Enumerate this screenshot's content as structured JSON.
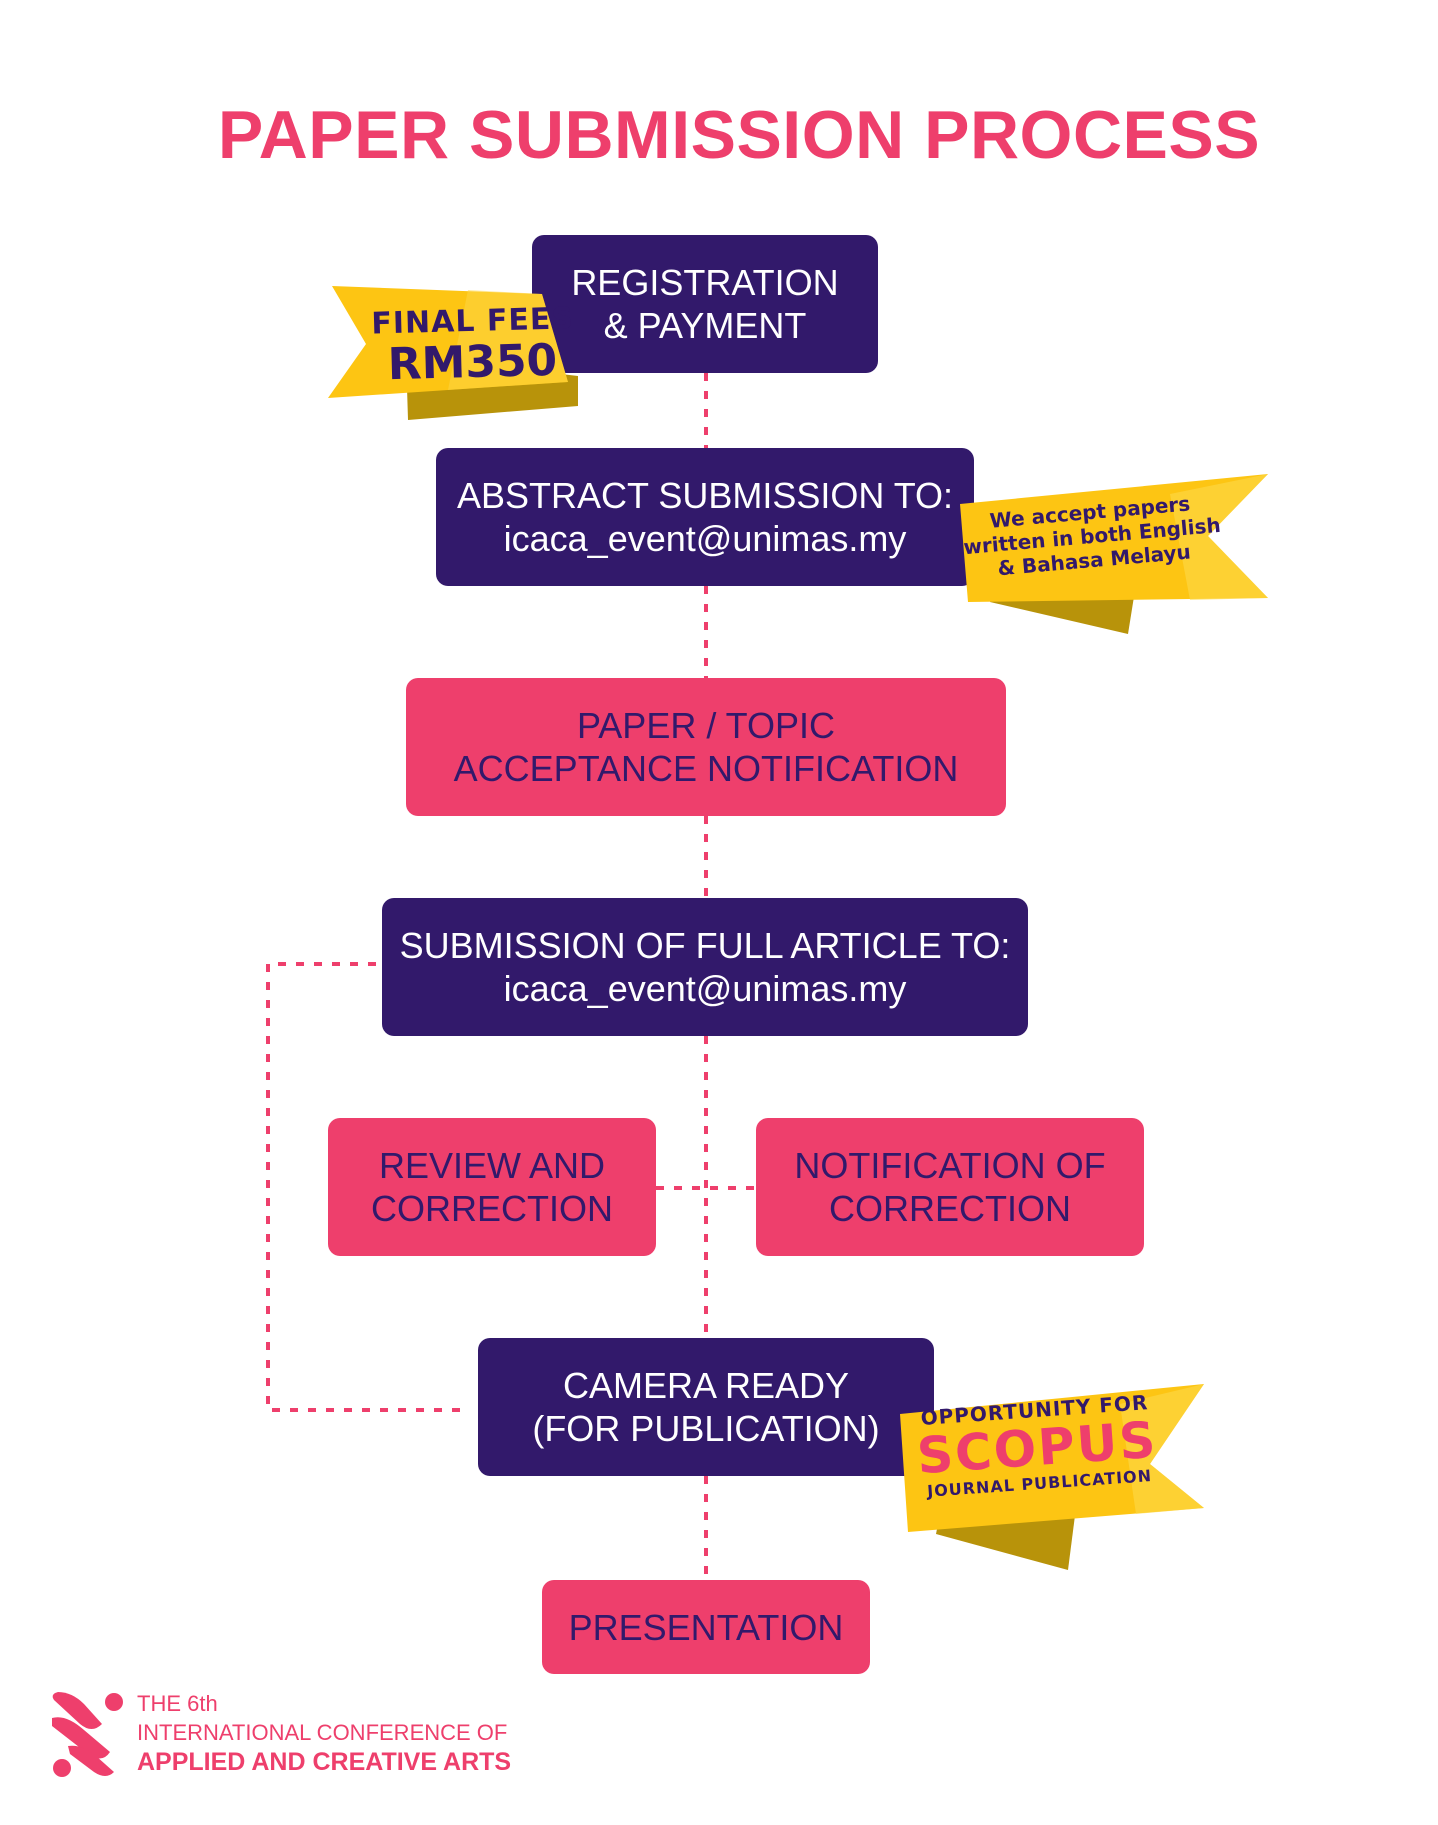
{
  "title": "PAPER SUBMISSION PROCESS",
  "steps": {
    "registration": {
      "line1": "REGISTRATION",
      "line2": "& PAYMENT"
    },
    "abstract": {
      "line1": "ABSTRACT SUBMISSION TO:",
      "line2": "icaca_event@unimas.my"
    },
    "acceptance": {
      "line1": "PAPER / TOPIC",
      "line2": "ACCEPTANCE NOTIFICATION"
    },
    "full_article": {
      "line1": "SUBMISSION OF FULL ARTICLE TO:",
      "line2": "icaca_event@unimas.my"
    },
    "review": {
      "line1": "REVIEW AND",
      "line2": "CORRECTION"
    },
    "notification": {
      "line1": "NOTIFICATION OF",
      "line2": "CORRECTION"
    },
    "camera_ready": {
      "line1": "CAMERA READY",
      "line2": "(FOR PUBLICATION)"
    },
    "presentation": {
      "line1": "PRESENTATION"
    }
  },
  "ribbons": {
    "fees": {
      "line1": "FINAL FEES",
      "line2": "RM350"
    },
    "language": {
      "line1": "We accept papers",
      "line2": "written in both English",
      "line3": "& Bahasa Melayu"
    },
    "scopus": {
      "line1": "OPPORTUNITY FOR",
      "line2": "SCOPUS",
      "line3": "JOURNAL PUBLICATION"
    }
  },
  "footer": {
    "line1": "THE 6th",
    "line2": "INTERNATIONAL CONFERENCE OF",
    "line3": "APPLIED AND CREATIVE ARTS"
  },
  "colors": {
    "purple": "#32196b",
    "pink": "#ee3f6c",
    "ribbon_yellow": "#fdc513",
    "ribbon_shadow": "#b8930a"
  }
}
